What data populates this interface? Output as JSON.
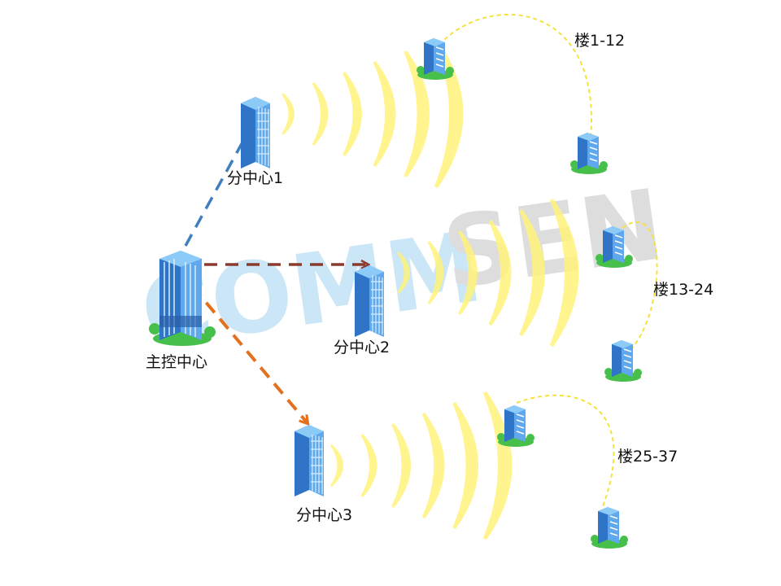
{
  "watermark": "COMMSEN",
  "colors": {
    "wave": "#fff27a",
    "link_main_to_1": "#3f7fbf",
    "link_main_to_2": "#8b3a2e",
    "link_main_to_3": "#e3701c",
    "building_route": "#f5e23c",
    "building": "#3a8de0",
    "tree": "#46c04a",
    "watermark_blue": "#c9e6f7",
    "watermark_grey": "#d9d9d9"
  },
  "nodes": {
    "main": {
      "label": "主控中心",
      "icon": "office-tower-icon"
    },
    "sub1": {
      "label": "分中心1",
      "icon": "office-tower-icon"
    },
    "sub2": {
      "label": "分中心2",
      "icon": "office-tower-icon"
    },
    "sub3": {
      "label": "分中心3",
      "icon": "office-tower-icon"
    }
  },
  "groups": {
    "g1": {
      "label": "楼1-12",
      "icon": "small-building-icon"
    },
    "g2": {
      "label": "楼13-24",
      "icon": "small-building-icon"
    },
    "g3": {
      "label": "楼25-37",
      "icon": "small-building-icon"
    }
  }
}
